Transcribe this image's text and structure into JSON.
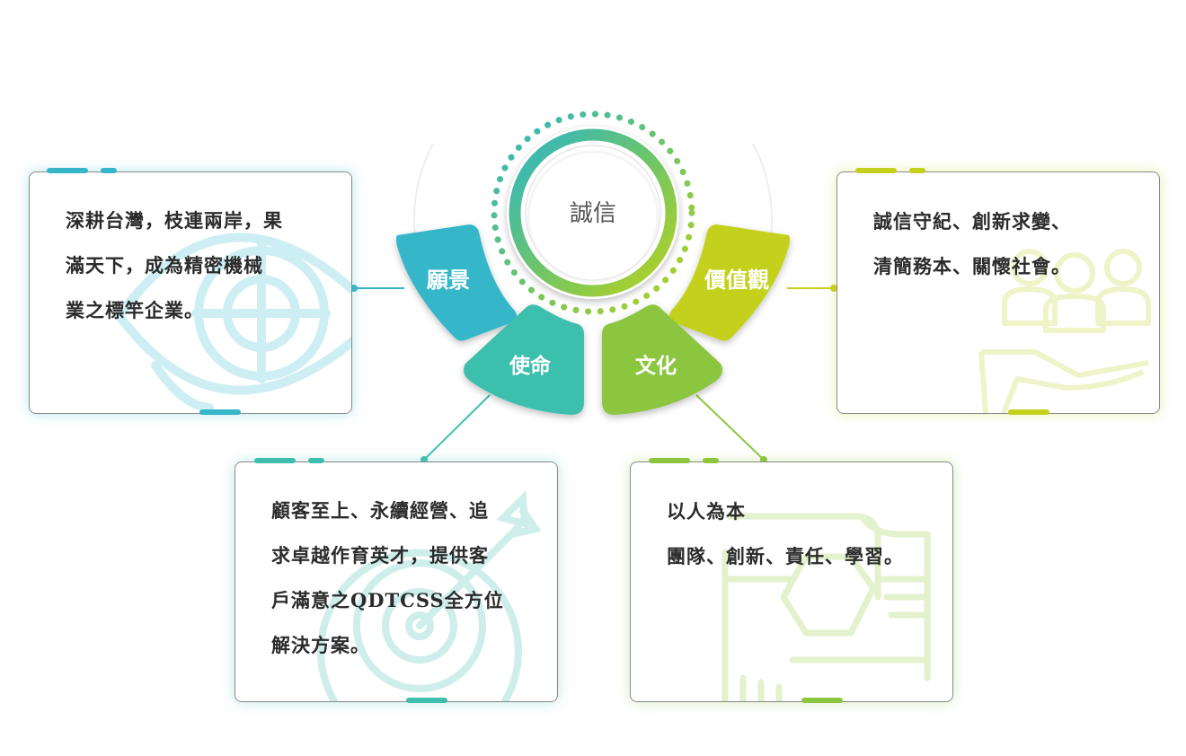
{
  "center": {
    "label": "誠信"
  },
  "segments": {
    "vision": "願景",
    "mission": "使命",
    "culture": "文化",
    "values": "價值觀"
  },
  "cards": {
    "vision": {
      "lines": [
        "深耕台灣，枝連兩岸，果",
        "滿天下，成為精密機械",
        "業之標竿企業。"
      ]
    },
    "values": {
      "lines": [
        "誠信守紀、創新求變、",
        "清簡務本、關懷社會。"
      ]
    },
    "mission": {
      "lines": [
        "顧客至上、永續經營、追",
        "求卓越作育英才，提供客",
        "戶滿意之QDTCSS全方位",
        "解決方案。"
      ]
    },
    "culture": {
      "lines": [
        "以人為本",
        "團隊、創新、責任、學習。"
      ]
    }
  },
  "colors": {
    "vision": "#35b7c9",
    "mission": "#3ebfae",
    "culture": "#8cc63f",
    "values": "#c3d11d",
    "border": "#8a8a8a"
  },
  "icons": [
    "eye-target-icon",
    "dartboard-icon",
    "team-hand-icon",
    "joined-hands-icon"
  ]
}
